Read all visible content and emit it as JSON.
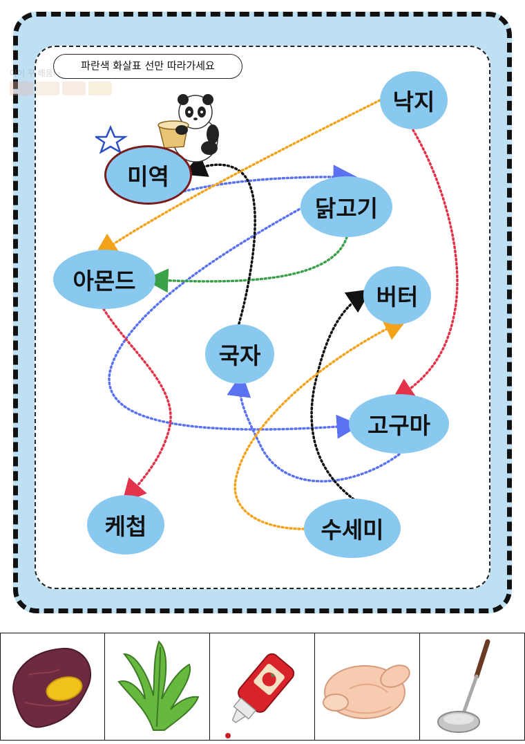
{
  "instruction": "파란색 화살표 선만 따라가세요",
  "watermark": "아이 꾸 배움터",
  "start_word": "미역",
  "words": {
    "nakji": "낙지",
    "miyeok": "미역",
    "dakgogi": "닭고기",
    "almond": "아몬드",
    "butter": "버터",
    "guksa": "국자",
    "goguma": "고구마",
    "ketchup": "케첩",
    "susemi": "수세미"
  },
  "path_colors": {
    "blue": "#5b72f0",
    "green": "#3aa04a",
    "black": "#111111",
    "orange": "#f2a31a",
    "red": "#e3334a"
  },
  "answer_pictures": [
    {
      "icon": "sweet-potato-icon"
    },
    {
      "icon": "seaweed-icon"
    },
    {
      "icon": "ketchup-bottle-icon"
    },
    {
      "icon": "chicken-icon"
    },
    {
      "icon": "ladle-icon"
    }
  ]
}
